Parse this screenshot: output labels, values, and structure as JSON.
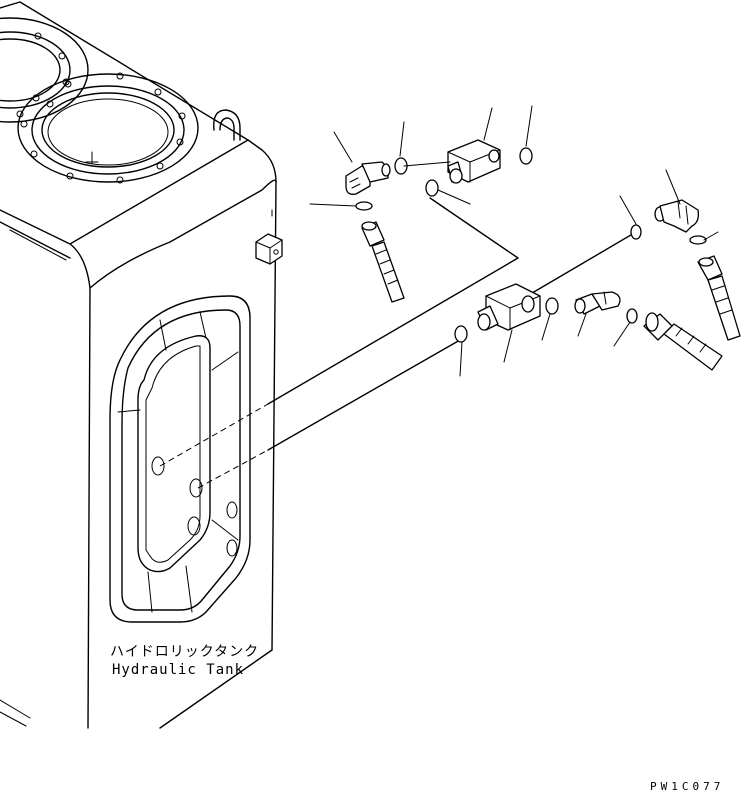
{
  "drawing": {
    "tank_label_jp": "ハイドロリックタンク",
    "tank_label_en": "Hydraulic Tank",
    "drawing_code": "PW1C077"
  }
}
